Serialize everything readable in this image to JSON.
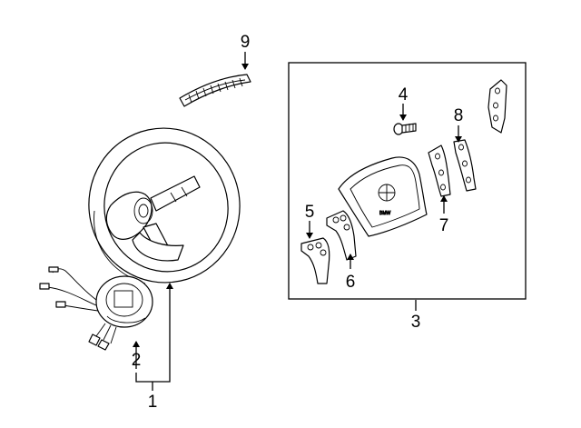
{
  "callouts": {
    "c1": "1",
    "c2": "2",
    "c3": "3",
    "c4": "4",
    "c5": "5",
    "c6": "6",
    "c7": "7",
    "c8": "8",
    "c9": "9"
  },
  "airbag_emblem_text": "BMW"
}
